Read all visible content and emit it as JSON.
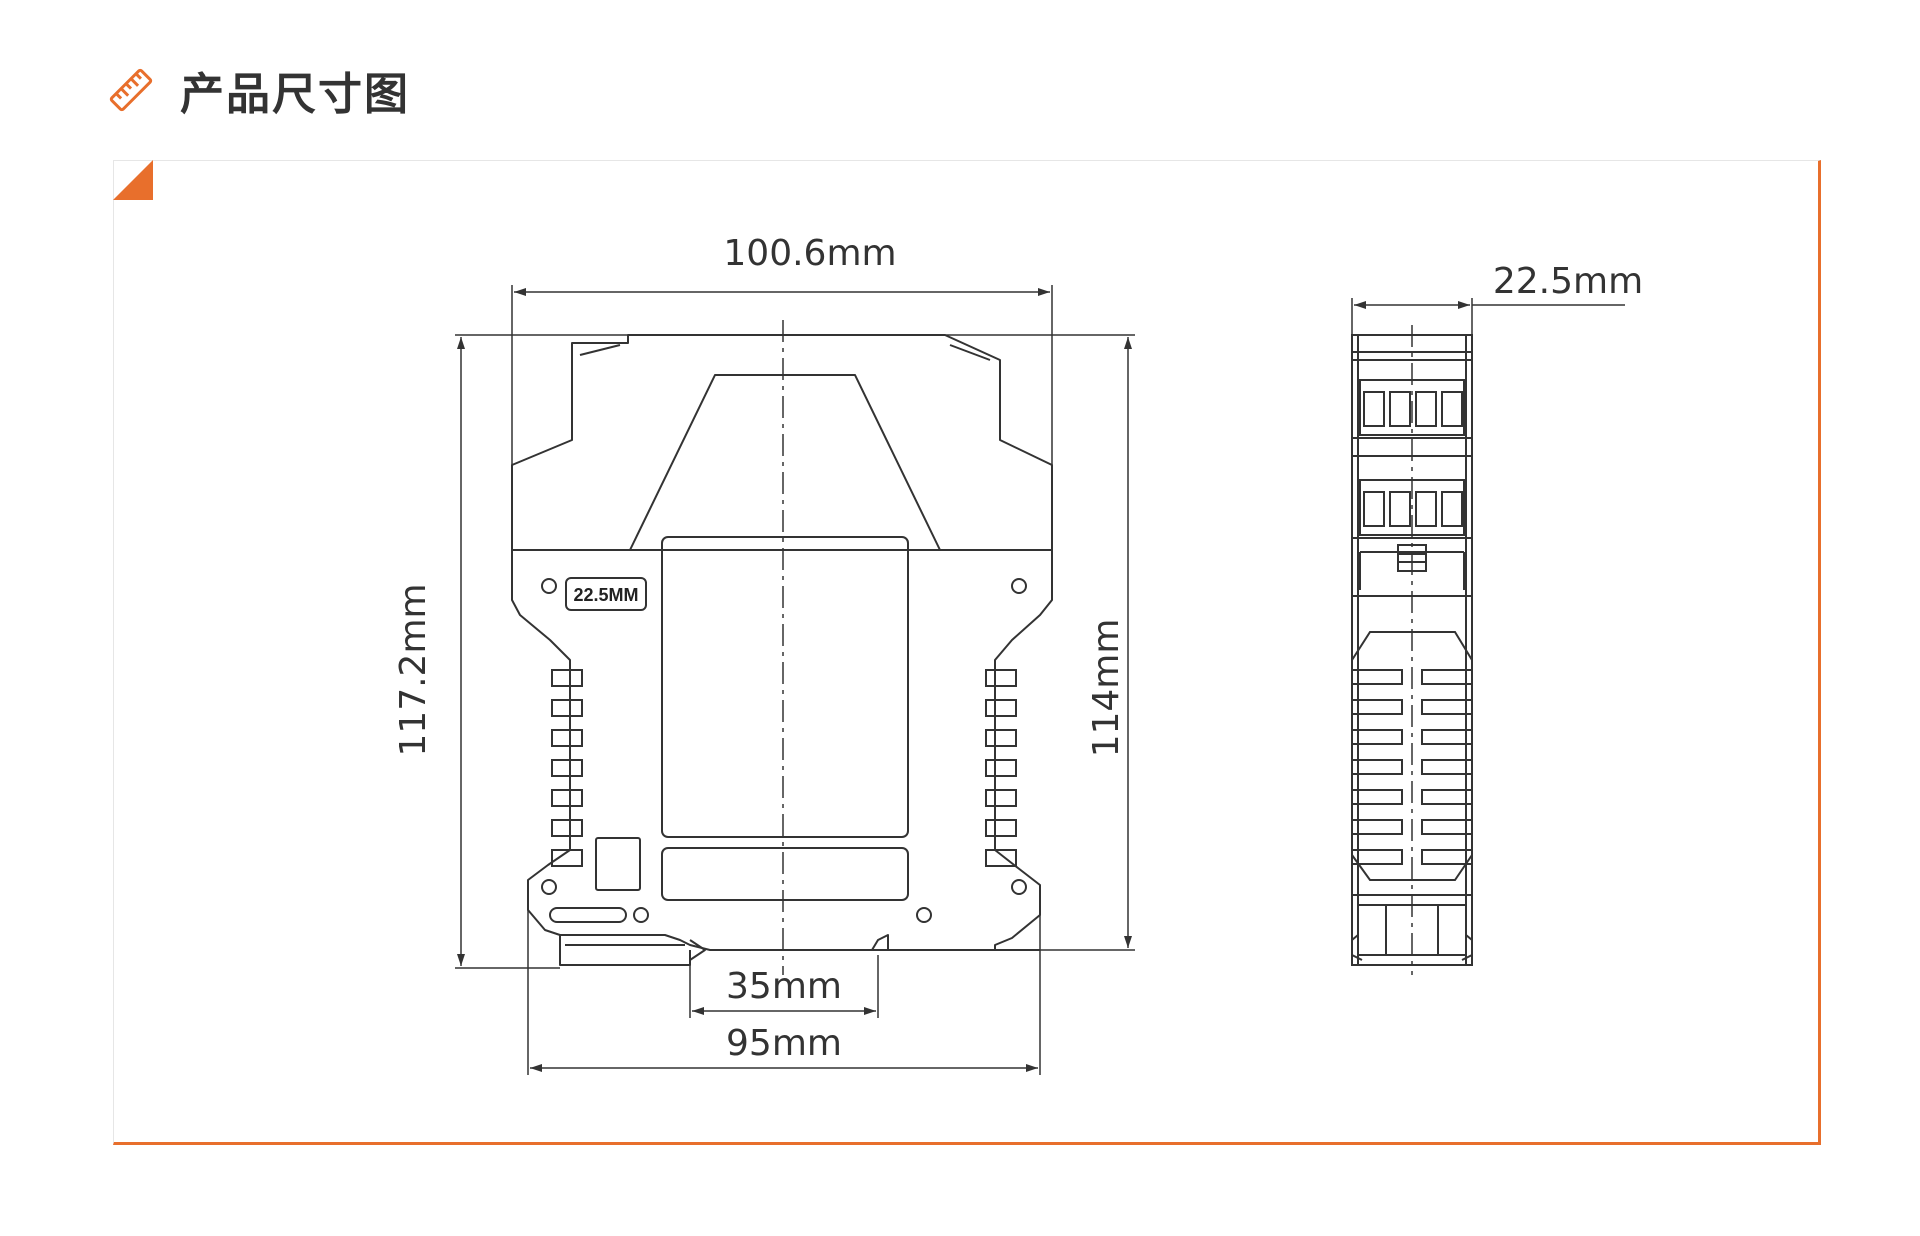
{
  "header": {
    "title": "产品尺寸图",
    "icon": "ruler-icon"
  },
  "colors": {
    "accent": "#e86f2c",
    "line": "#333333",
    "text": "#333333"
  },
  "dimensions": {
    "overall_width": "100.6mm",
    "overall_height": "117.2mm",
    "body_height": "114mm",
    "rail_width": "35mm",
    "base_width": "95mm",
    "side_width": "22.5mm"
  },
  "front_view": {
    "badge": "22.5MM"
  }
}
